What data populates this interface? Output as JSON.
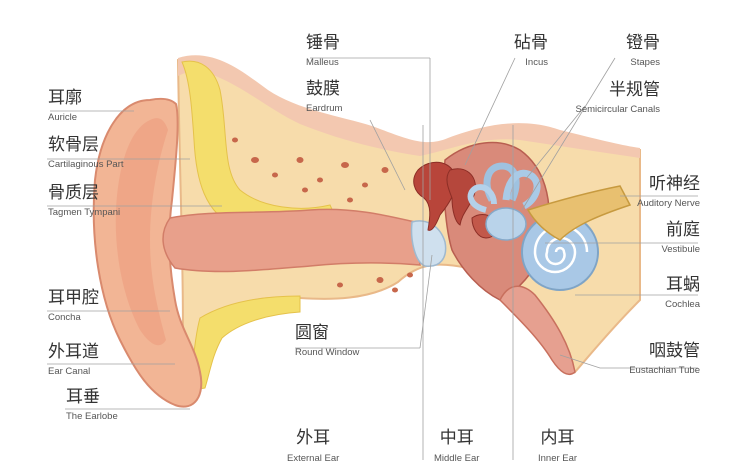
{
  "labels": {
    "auricle": {
      "zh": "耳廓",
      "en": "Auricle"
    },
    "cartilaginous": {
      "zh": "软骨层",
      "en": "Cartilaginous Part"
    },
    "tagmen": {
      "zh": "骨质层",
      "en": "Tagmen Tympani"
    },
    "concha": {
      "zh": "耳甲腔",
      "en": "Concha"
    },
    "ear_canal": {
      "zh": "外耳道",
      "en": "Ear Canal"
    },
    "earlobe": {
      "zh": "耳垂",
      "en": "The Earlobe"
    },
    "malleus": {
      "zh": "锤骨",
      "en": "Malleus"
    },
    "eardrum": {
      "zh": "鼓膜",
      "en": "Eardrum"
    },
    "round_window": {
      "zh": "圆窗",
      "en": "Round Window"
    },
    "incus": {
      "zh": "砧骨",
      "en": "Incus"
    },
    "stapes": {
      "zh": "镫骨",
      "en": "Stapes"
    },
    "semicircular": {
      "zh": "半规管",
      "en": "Semicircular Canals"
    },
    "auditory_nerve": {
      "zh": "听神经",
      "en": "Auditory Nerve"
    },
    "vestibule": {
      "zh": "前庭",
      "en": "Vestibule"
    },
    "cochlea": {
      "zh": "耳蜗",
      "en": "Cochlea"
    },
    "eustachian": {
      "zh": "咽鼓管",
      "en": "Eustachian Tube"
    },
    "external_ear": {
      "zh": "外耳",
      "en": "External Ear"
    },
    "middle_ear": {
      "zh": "中耳",
      "en": "Middle Ear"
    },
    "inner_ear": {
      "zh": "内耳",
      "en": "Inner Ear"
    }
  },
  "colors": {
    "skin": "#f2b99a",
    "bone": "#f6dca8",
    "fat": "#f3dc6a",
    "canal": "#e7a08c",
    "cochlea": "#a9c8e6",
    "ossicle": "#b8453a",
    "leader": "#9a9a9a"
  }
}
